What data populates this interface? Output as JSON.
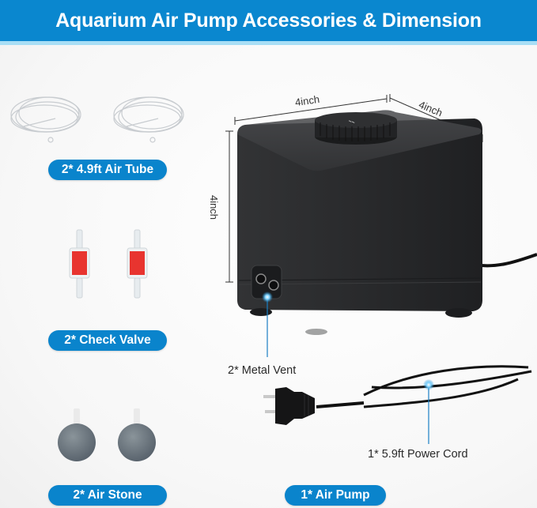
{
  "header": {
    "title": "Aquarium Air Pump Accessories & Dimension",
    "background_color": "#0a87cf",
    "stripe_color": "#a8def5"
  },
  "accessories": [
    {
      "id": "air-tube",
      "label": "2* 4.9ft Air Tube",
      "quantity": 2,
      "icon": "air-tube-coil-icon"
    },
    {
      "id": "check-valve",
      "label": "2* Check Valve",
      "quantity": 2,
      "icon": "check-valve-icon"
    },
    {
      "id": "air-stone",
      "label": "2* Air Stone",
      "quantity": 2,
      "icon": "air-stone-ball-icon"
    }
  ],
  "pump": {
    "label": "1* Air Pump",
    "dimensions": {
      "width": "4inch",
      "depth": "4inch",
      "height": "4inch"
    },
    "callouts": {
      "vent": "2* Metal Vent",
      "cord": "1* 5.9ft Power Cord"
    }
  },
  "colors": {
    "pill_blue": "#0a84cc",
    "callout_line": "#1a7fc4",
    "pump_body": "#2b2c2e",
    "valve_red": "#e8342f",
    "stone_gray": "#6f7a80"
  }
}
